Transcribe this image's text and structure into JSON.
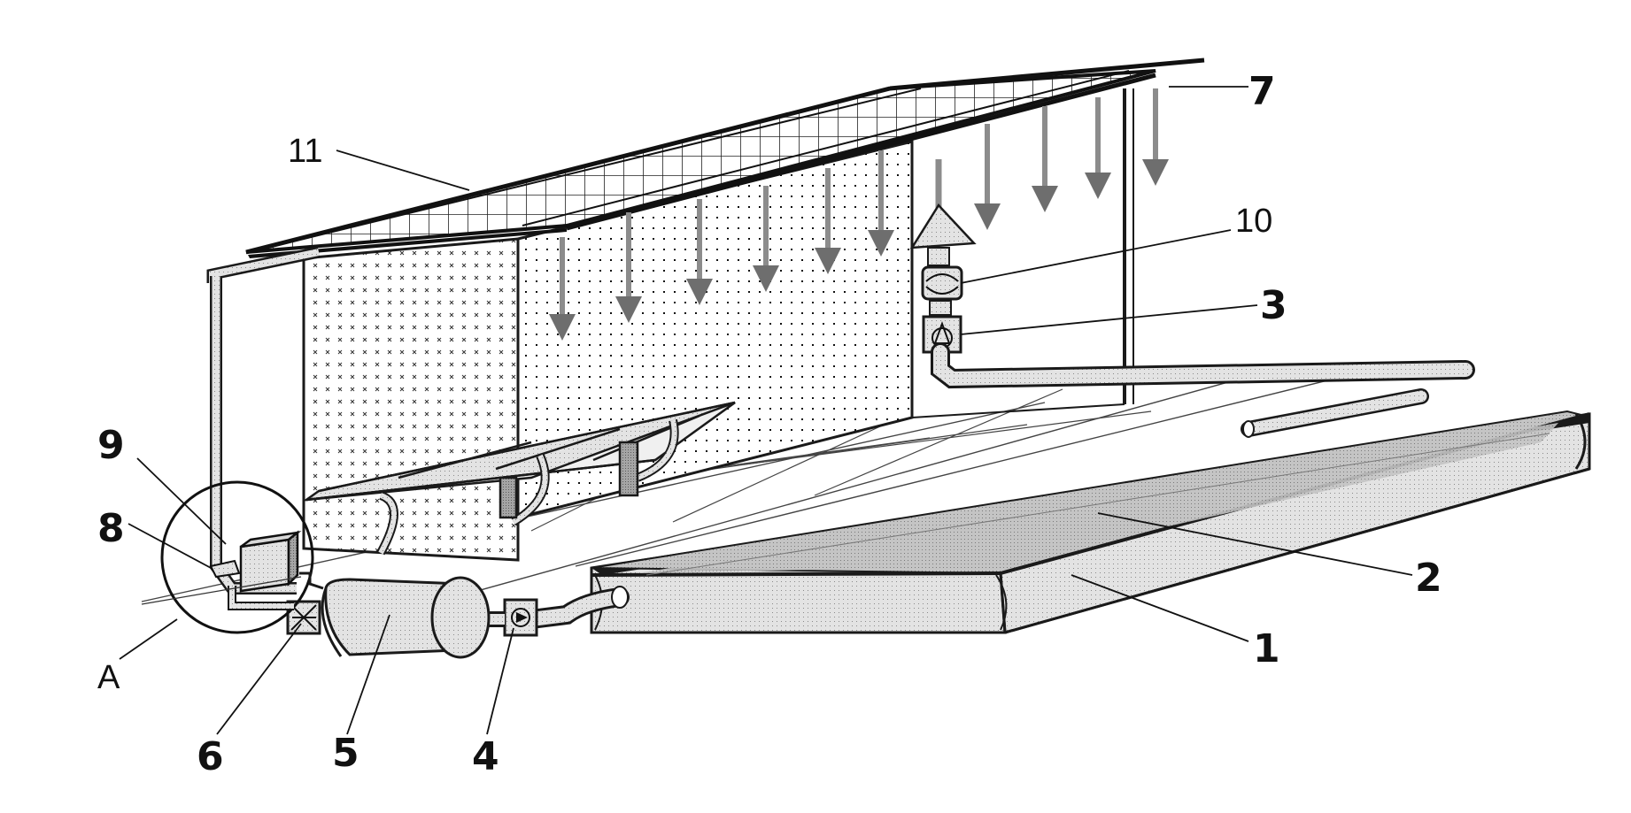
{
  "figure": {
    "callouts": {
      "c1": "1",
      "c2": "2",
      "c3": "3",
      "c4": "4",
      "c5": "5",
      "c6": "6",
      "c7": "7",
      "c8": "8",
      "c9": "9",
      "c10": "10",
      "c11": "11",
      "cA": "A"
    },
    "pump_symbol": "A",
    "colors": {
      "line": "#1a1a1a",
      "gray_fill": "#bdbdbd",
      "light_fill": "#e6e6e6",
      "arrow": "#8c8c8c",
      "water": "#a8a8a8"
    }
  }
}
